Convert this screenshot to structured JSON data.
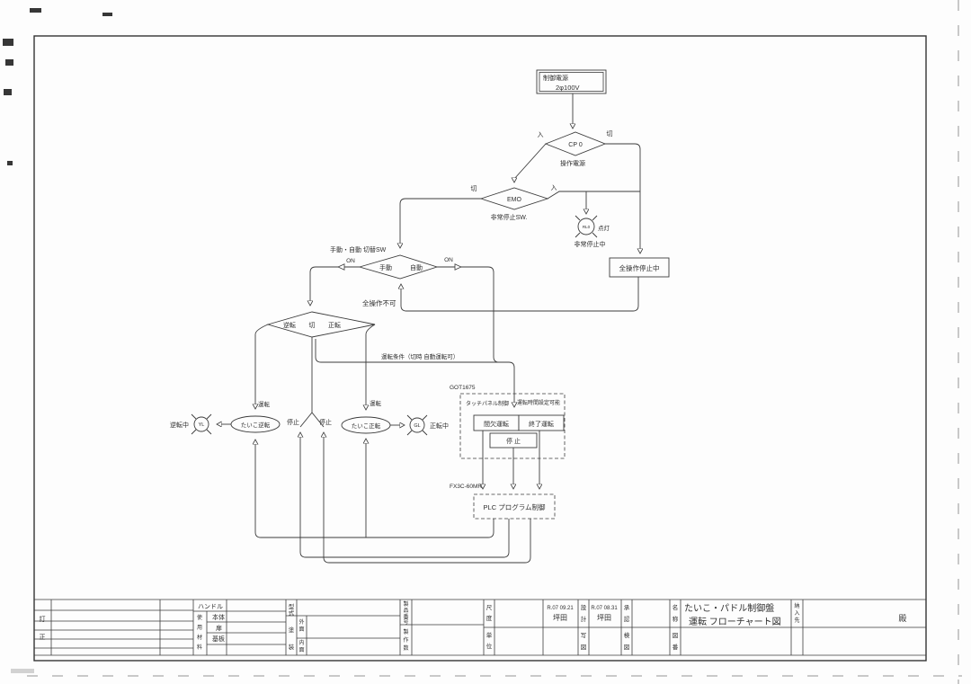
{
  "fc": {
    "power": {
      "line1": "制御電源",
      "line2": "2φ100V"
    },
    "cp0": {
      "id": "CP 0",
      "on": "入",
      "off": "切",
      "caption": "操作電源"
    },
    "emo": {
      "id": "EMO",
      "off": "切",
      "on": "入",
      "caption": "非常停止SW."
    },
    "rl0": {
      "id": "RL0",
      "lit": "点灯",
      "caption": "非常停止中"
    },
    "all_stop": "全操作停止中",
    "mode_sw": {
      "caption": "手動・自動 切替SW",
      "manual": "手動",
      "auto": "自動",
      "on_left": "ON",
      "on_right": "ON"
    },
    "inhibit": "全操作不可",
    "dir_sw": {
      "rev": "逆転",
      "off": "切",
      "fwd": "正転"
    },
    "condition": "運転条件（切時 自動運転可）",
    "got": {
      "tag": "GOT1675",
      "header_left": "タッチパネル制御",
      "header_right": "運転時間設定可能",
      "intermittent": "間欠運転",
      "finish": "終了運転",
      "stop": "停 止"
    },
    "plc": {
      "tag": "FX3C-60MR",
      "label": "PLC プログラム制御"
    },
    "reverse": {
      "label": "たいこ逆転",
      "run": "運転",
      "stop": "停止",
      "lamp": "YL",
      "state": "逆転中"
    },
    "forward": {
      "label": "たいこ正転",
      "run": "運転",
      "stop": "停止",
      "lamp": "GL",
      "state": "正転中"
    }
  },
  "tb": {
    "revise": [
      "訂",
      "正"
    ],
    "materials_title": [
      "使",
      "用",
      "材",
      "料"
    ],
    "mat_handle": "ハンドル",
    "mat_rows": [
      "本体",
      "扉",
      "基板"
    ],
    "model": [
      "型",
      "式"
    ],
    "paint": [
      "塗",
      "装"
    ],
    "paint_out": [
      "外",
      "面"
    ],
    "paint_in": [
      "内",
      "面"
    ],
    "product_no": [
      "製",
      "品",
      "番",
      "号"
    ],
    "qty": [
      "製",
      "作",
      "数"
    ],
    "scale": [
      "尺",
      "度"
    ],
    "unit": [
      "単",
      "位"
    ],
    "design": {
      "date": "R.07 09.21",
      "name": "坪田",
      "label": [
        "設",
        "計"
      ]
    },
    "approval": {
      "date": "R.07 08.31",
      "name": "坪田",
      "label": [
        "承",
        "認"
      ]
    },
    "copy": [
      "写",
      "図"
    ],
    "check": [
      "検",
      "図"
    ],
    "name": [
      "名",
      "称"
    ],
    "dwg_no": [
      "図",
      "番"
    ],
    "title_line1": "たいこ・パドル制御盤",
    "title_line2": "運転 フローチャート図",
    "deliver_to": [
      "納",
      "入",
      "先"
    ],
    "honorific": "殿"
  }
}
